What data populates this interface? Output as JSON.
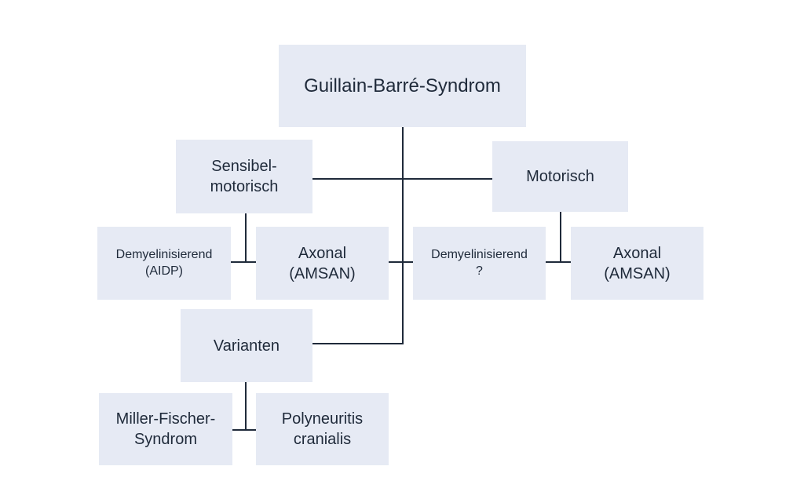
{
  "diagram": {
    "root": "Guillain-Barré-Syndrom",
    "nodes": {
      "sensibel": "Sensibel-\nmotorisch",
      "motorisch": "Motorisch",
      "demyel_aidp": "Demyelinisierend\n(AIDP)",
      "axonal_left": "Axonal\n(AMSAN)",
      "demyel_q": "Demyelinisierend\n?",
      "axonal_right": "Axonal\n(AMSAN)",
      "varianten": "Varianten",
      "miller": "Miller-Fischer-\nSyndrom",
      "polyneuritis": "Polyneuritis\ncranialis"
    },
    "edges": [
      [
        "root",
        "sensibel"
      ],
      [
        "root",
        "motorisch"
      ],
      [
        "root",
        "varianten"
      ],
      [
        "sensibel",
        "demyel_aidp"
      ],
      [
        "sensibel",
        "axonal_left"
      ],
      [
        "motorisch",
        "demyel_q"
      ],
      [
        "motorisch",
        "axonal_right"
      ],
      [
        "varianten",
        "miller"
      ],
      [
        "varianten",
        "polyneuritis"
      ]
    ],
    "colors": {
      "box_fill": "#e6eaf4",
      "line": "#1f2a3a",
      "text": "#1f2a3a"
    }
  }
}
